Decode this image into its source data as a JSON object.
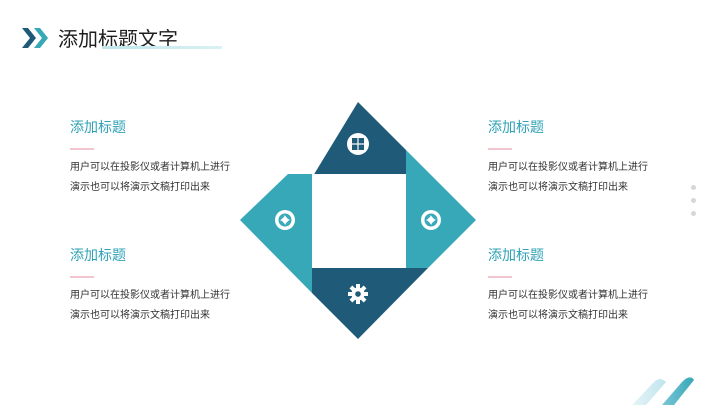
{
  "header": {
    "title": "添加标题文字"
  },
  "blocks": [
    {
      "heading": "添加标题",
      "text_line1": "用户可以在投影仪或者计算机上进行",
      "text_line2": "演示也可以将演示文稿打印出来"
    },
    {
      "heading": "添加标题",
      "text_line1": "用户可以在投影仪或者计算机上进行",
      "text_line2": "演示也可以将演示文稿打印出来"
    },
    {
      "heading": "添加标题",
      "text_line1": "用户可以在投影仪或者计算机上进行",
      "text_line2": "演示也可以将演示文稿打印出来"
    },
    {
      "heading": "添加标题",
      "text_line1": "用户可以在投影仪或者计算机上进行",
      "text_line2": "演示也可以将演示文稿打印出来"
    }
  ],
  "diagram": {
    "icons": [
      "windows-icon",
      "aperture-icon",
      "aperture-icon",
      "gear-icon"
    ],
    "colors": {
      "dark": "#1f5a78",
      "teal": "#36a8b8",
      "center": "#ffffff"
    }
  },
  "colors": {
    "accent": "#2fa2b6",
    "rule": "#f3c7d0",
    "chevron_dark": "#1f5a78",
    "chevron_light": "#36a8b8"
  }
}
